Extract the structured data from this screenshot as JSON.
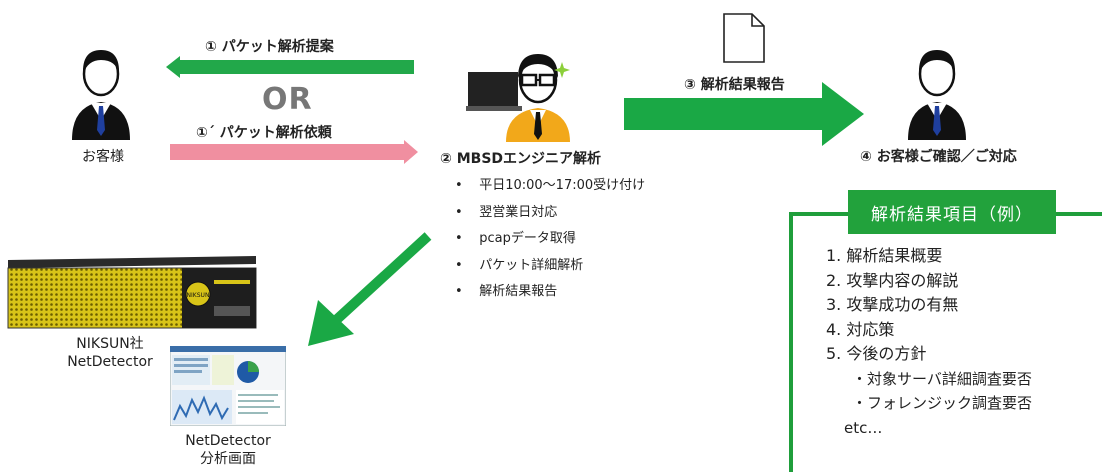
{
  "customer": {
    "label": "お客様"
  },
  "proposal_arrow": {
    "label": "① パケット解析提案",
    "color": "#22a84a"
  },
  "or_text": "OR",
  "request_arrow": {
    "label": "①´ パケット解析依頼",
    "color": "#f08fa0"
  },
  "engineer": {
    "label": "② MBSDエンジニア解析",
    "bullets": [
      "平日10:00～17:00受け付け",
      "翌営業日対応",
      "pcapデータ取得",
      "パケット詳細解析",
      "解析結果報告"
    ]
  },
  "report_arrow": {
    "label": "③ 解析結果報告",
    "color": "#1aa845"
  },
  "customer_action": {
    "label": "④ お客様ご確認／ご対応"
  },
  "device": {
    "label_line1": "NIKSUN社",
    "label_line2": "NetDetector",
    "brand": "NIKSUN"
  },
  "screen": {
    "label_line1": "NetDetector",
    "label_line2": "分析画面"
  },
  "results": {
    "title": "解析結果項目（例）",
    "items": [
      "1.  解析結果概要",
      "2.  攻撃内容の解説",
      "3.  攻撃成功の有無",
      "4.  対応策",
      "5.  今後の方針"
    ],
    "subitems": [
      "・対象サーバ詳細調査要否",
      "・フォレンジック調査要否"
    ],
    "etc": "etc…"
  }
}
